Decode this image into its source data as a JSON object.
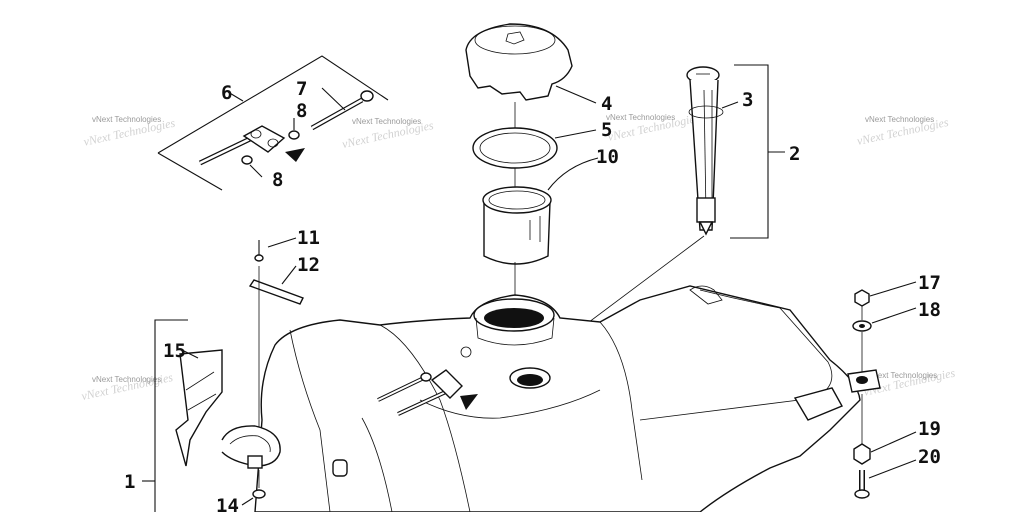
{
  "callouts": [
    "1",
    "2",
    "3",
    "4",
    "5",
    "6",
    "7",
    "8",
    "8",
    "10",
    "11",
    "12",
    "14",
    "15",
    "17",
    "18",
    "19",
    "20"
  ],
  "watermark": "vNext Technologies",
  "colors": {
    "line": "#111111",
    "background": "#ffffff",
    "watermark": "#9a9a9a"
  }
}
